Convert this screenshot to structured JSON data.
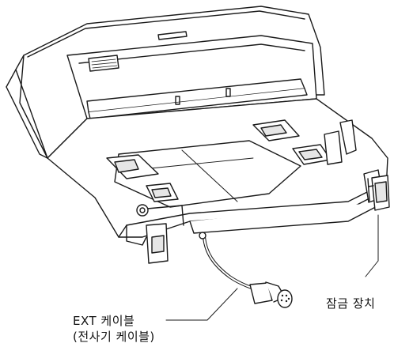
{
  "labels": {
    "lock_device": "잠금 장치",
    "ext_cable_line1": "EXT 케이블",
    "ext_cable_line2": "(전사기 케이블)"
  },
  "colors": {
    "line": "#1a1a1a",
    "fill": "#ffffff",
    "shade": "#e6e6e6"
  }
}
